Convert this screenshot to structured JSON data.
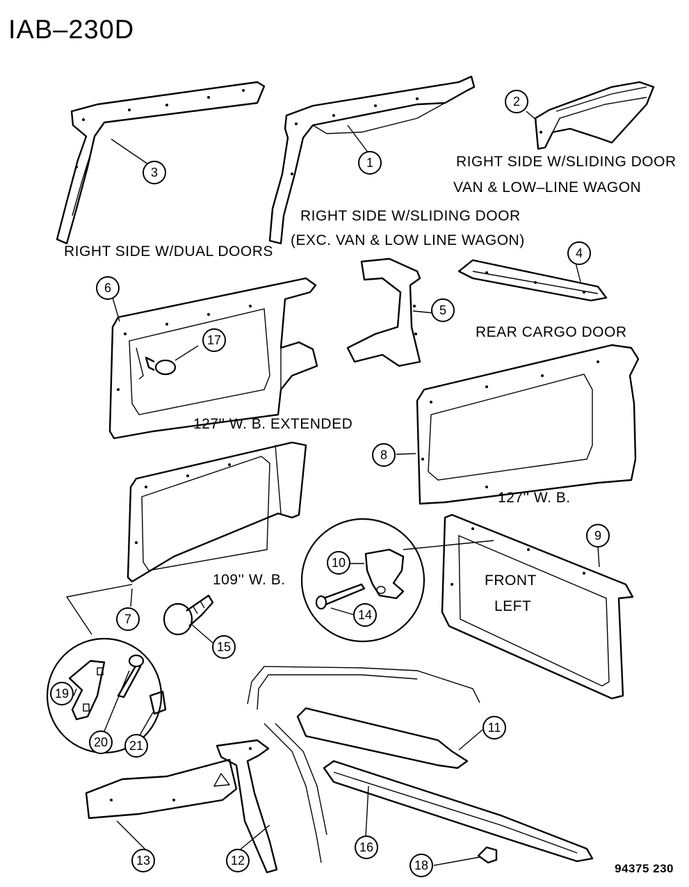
{
  "diagram_id": "IAB–230D",
  "reference_number": "94375  230",
  "captions": {
    "dual_doors": "RIGHT  SIDE  W/DUAL  DOORS",
    "sliding_line1": "RIGHT  SIDE  W/SLIDING  DOOR",
    "sliding_line2": "(EXC.  VAN  &  LOW  LINE  WAGON)",
    "van_line1": "RIGHT  SIDE  W/SLIDING  DOOR",
    "van_line2": "VAN  &  LOW–LINE  WAGON",
    "rear_cargo": "REAR  CARGO  DOOR",
    "wb127_ext": "127''  W.  B.  EXTENDED",
    "wb127": "127''  W.  B.",
    "wb109": "109''  W.  B.",
    "front": "FRONT",
    "left": "LEFT"
  },
  "callouts": [
    "1",
    "2",
    "3",
    "4",
    "5",
    "6",
    "7",
    "8",
    "9",
    "10",
    "11",
    "12",
    "13",
    "14",
    "15",
    "16",
    "17",
    "18",
    "19",
    "20",
    "21"
  ]
}
